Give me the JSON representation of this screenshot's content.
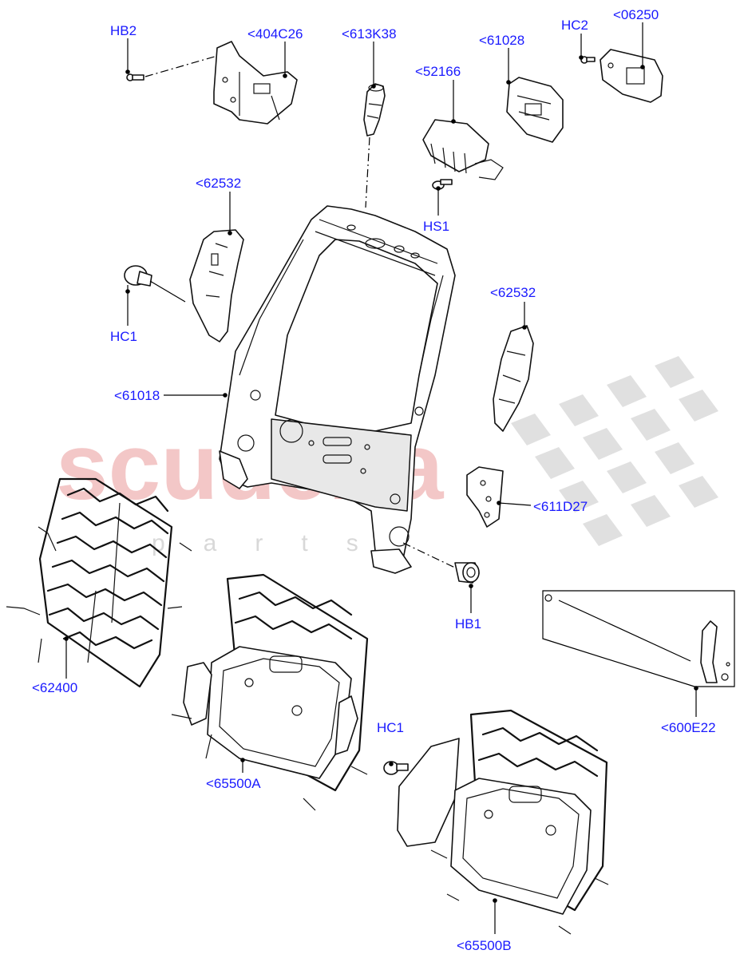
{
  "watermark": {
    "brand": "scuderia",
    "sub": "parts",
    "brand_color": "#f3c7c7",
    "checker_color": "#d9d9d9"
  },
  "label_color": "#1a1aff",
  "callouts": {
    "hb2": "HB2",
    "c404c26": "<404C26",
    "c613k38": "<613K38",
    "c61028": "<61028",
    "hc2": "HC2",
    "c06250": "<06250",
    "c52166": "<52166",
    "hs1": "HS1",
    "c62532_left": "<62532",
    "hc1_top": "HC1",
    "c61018": "<61018",
    "c62532_right": "<62532",
    "c611d27": "<611D27",
    "hb1": "HB1",
    "c62400": "<62400",
    "c600e22": "<600E22",
    "c65500a": "<65500A",
    "hc1_bottom": "HC1",
    "c65500b": "<65500B"
  }
}
